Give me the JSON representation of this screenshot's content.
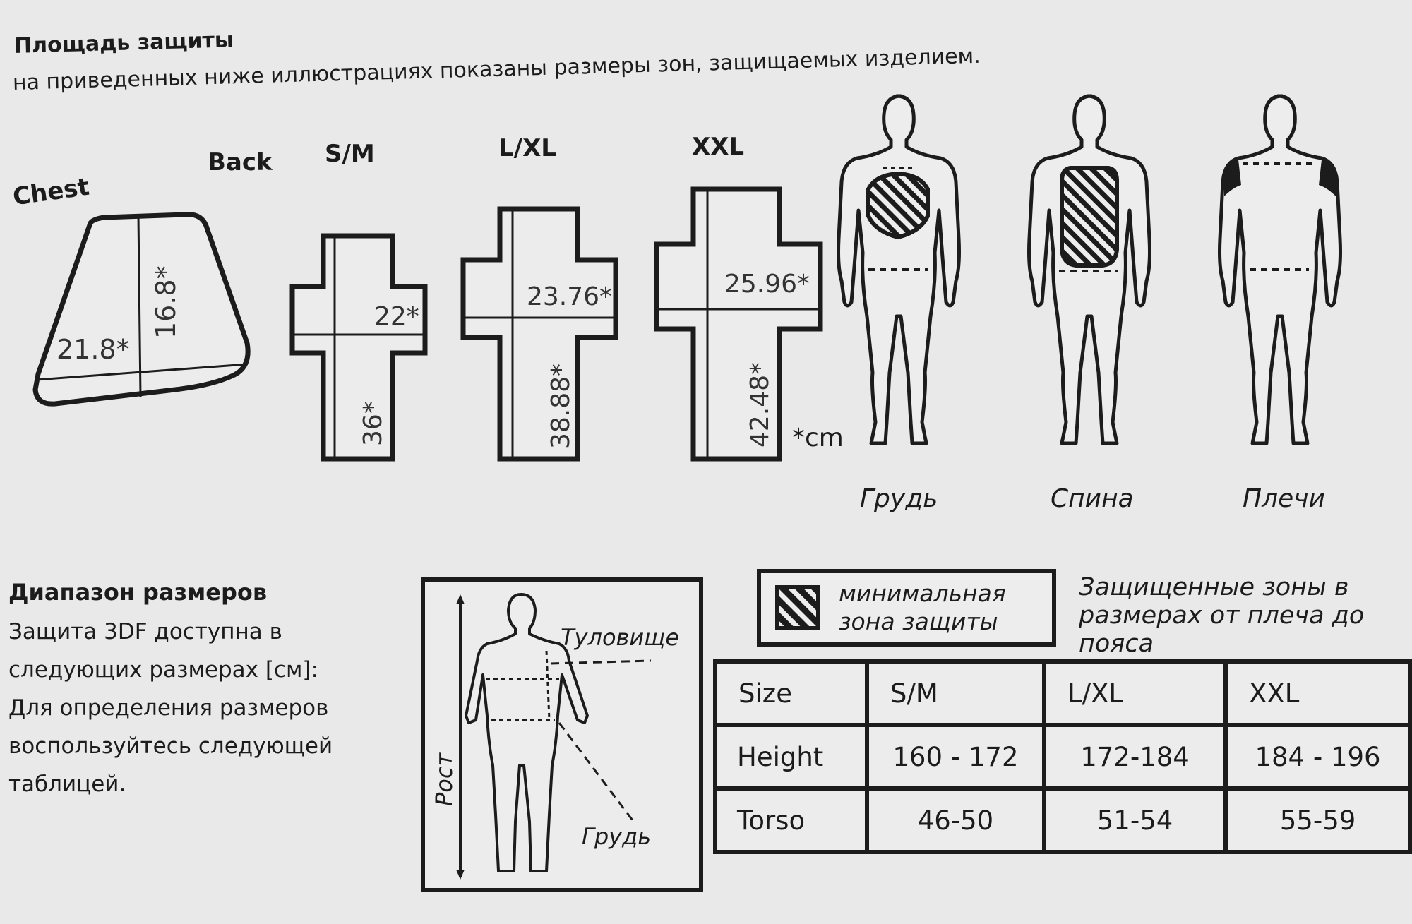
{
  "header": {
    "title": "Площадь защиты",
    "subtitle": "на приведенных ниже иллюстрациях показаны размеры зон, защищаемых изделием."
  },
  "diagrams": {
    "chest_label": "Chest",
    "back_label": "Back",
    "chest_width": "21.8*",
    "chest_height": "16.8*",
    "sizes": [
      {
        "label": "S/M",
        "width": "22*",
        "height": "36*"
      },
      {
        "label": "L/XL",
        "width": "23.76*",
        "height": "38.88*"
      },
      {
        "label": "XXL",
        "width": "25.96*",
        "height": "42.48*"
      }
    ],
    "unit_note": "*cm"
  },
  "figures": [
    {
      "caption": "Грудь"
    },
    {
      "caption": "Спина"
    },
    {
      "caption": "Плечи"
    }
  ],
  "size_range": {
    "heading": "Диапазон размеров",
    "lines": [
      "Защита 3DF доступна в",
      "следующих размерах [см]:",
      "Для определения размеров",
      "воспользуйтесь следующей",
      "таблицей."
    ]
  },
  "measure": {
    "height_label": "Рост",
    "torso_label": "Туловище",
    "chest_label": "Грудь"
  },
  "legend": {
    "line1": "минимальная",
    "line2": "зона защиты"
  },
  "zones_note": "Защищенные зоны в размерах от плеча до пояса",
  "table": {
    "header": [
      "Size",
      "S/M",
      "L/XL",
      "XXL"
    ],
    "rows": [
      [
        "Height",
        "160 - 172",
        "172-184",
        "184 - 196"
      ],
      [
        "Torso",
        "46-50",
        "51-54",
        "55-59"
      ]
    ]
  },
  "colors": {
    "background": "#e9e9e9",
    "ink": "#1c1c1c"
  }
}
